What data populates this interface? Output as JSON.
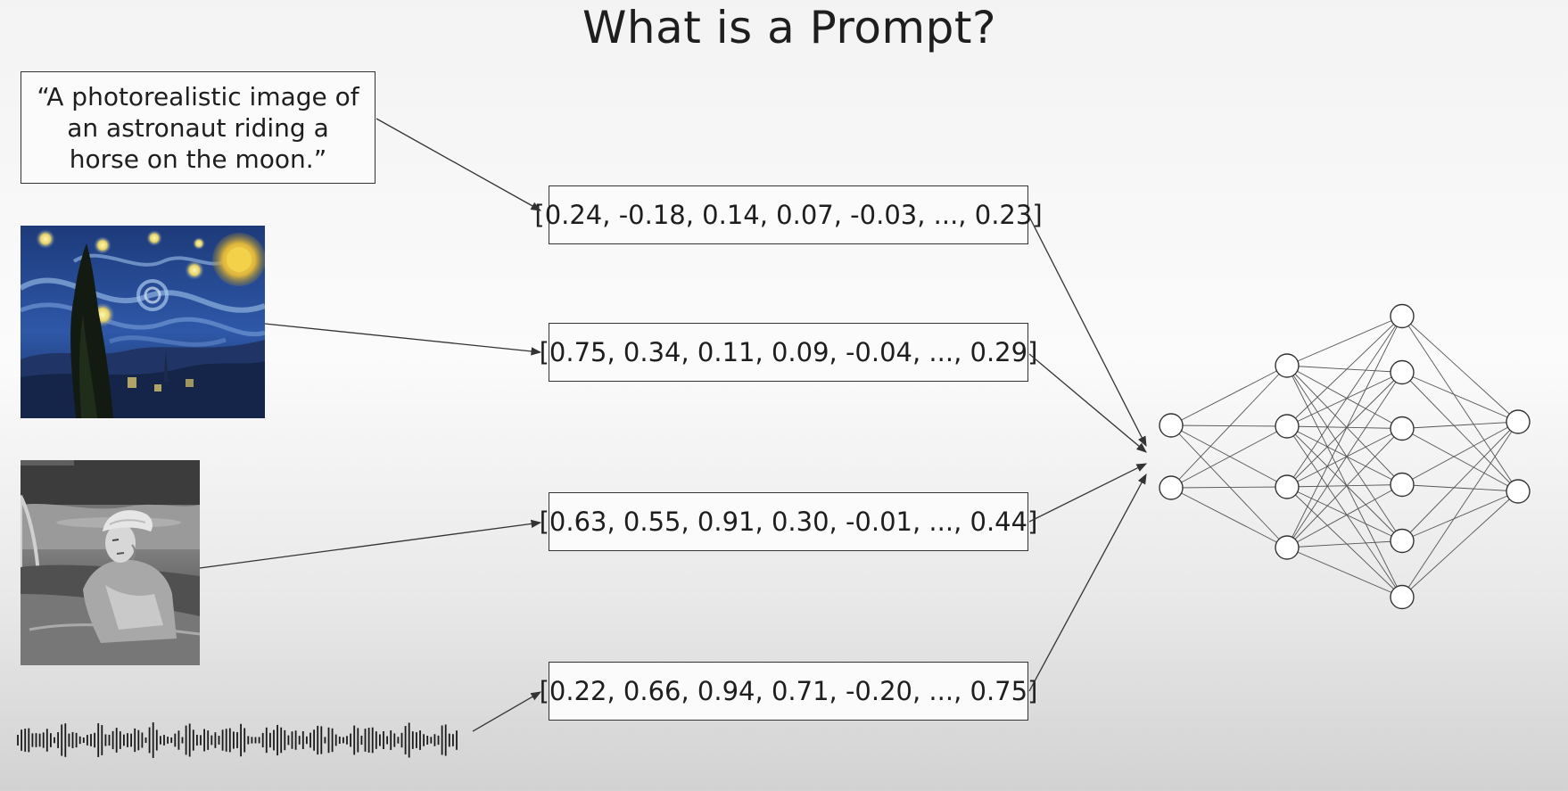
{
  "title": "What is a Prompt?",
  "prompt_text": "“A photorealistic image of an astronaut riding a horse on the moon.”",
  "vectors": [
    "[0.24, -0.18, 0.14, 0.07, -0.03, ..., 0.23]",
    "[0.75, 0.34, 0.11, 0.09, -0.04, ..., 0.29]",
    "[0.63, 0.55, 0.91, 0.30, -0.01, ..., 0.44]",
    "[0.22, 0.66, 0.94, 0.71, -0.20, ..., 0.75]"
  ],
  "inputs": [
    {
      "kind": "text-prompt"
    },
    {
      "kind": "painting-image"
    },
    {
      "kind": "photograph-image"
    },
    {
      "kind": "audio-waveform"
    }
  ],
  "neural_network": {
    "layers": [
      2,
      4,
      6,
      2
    ]
  },
  "colors": {
    "stroke": "#333333",
    "box_fill": "#fbfbfb",
    "node_fill": "#ffffff"
  }
}
